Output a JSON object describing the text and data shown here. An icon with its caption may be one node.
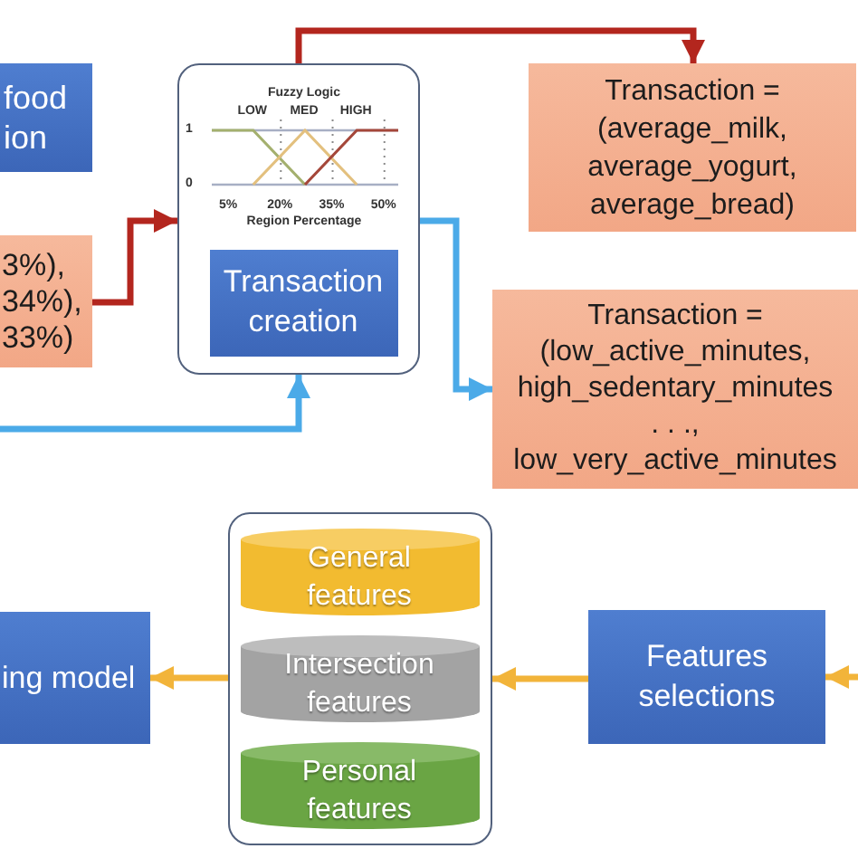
{
  "diagram": {
    "nodes": [
      {
        "text": [
          "food ion"
        ]
      },
      {
        "text": [
          "3%), 34%), 33%)"
        ]
      },
      {
        "text": [],
        "shape": "box"
      },
      {
        "text": [
          "Transaction creation"
        ],
        "in": 2
      },
      {
        "text": [
          "Transaction = (average_milk, average_yogurt, average_bread)"
        ]
      },
      {
        "text": [
          "Transaction = (low_active_minutes, high_sedentary_minutes . . ., low_very_active_minutes"
        ]
      },
      {
        "text": [
          "ing model"
        ]
      },
      {
        "text": [],
        "shape": "box"
      },
      {
        "text": [
          "General features"
        ],
        "in": 7
      },
      {
        "text": [
          "Intersection features"
        ],
        "in": 7
      },
      {
        "text": [
          "Personal features"
        ],
        "in": 7
      },
      {
        "text": [
          "Features selections"
        ]
      }
    ],
    "edges": [
      {
        "from": 1,
        "to": 2,
        "arrow": "to",
        "color": "#b3261e"
      },
      {
        "from": 2,
        "to": 4,
        "arrow": "to",
        "color": "#b3261e"
      },
      {
        "from": 2,
        "to": 5,
        "arrow": "to",
        "color": "#4baae8"
      },
      {
        "from": null,
        "to": 2,
        "arrow": "to",
        "color": "#4baae8"
      },
      {
        "from": 11,
        "to": 7,
        "arrow": "to"
      },
      {
        "from": 7,
        "to": 6,
        "arrow": "to"
      },
      {
        "from": null,
        "to": 11,
        "arrow": "to"
      }
    ],
    "chart_data": {
      "type": "line",
      "title": "Fuzzy Logic",
      "xlabel": "Region Percentage",
      "x": [
        0,
        12,
        27,
        42,
        54
      ],
      "series": [
        {
          "name": "LOW",
          "color": "#a4b06e",
          "values": [
            1,
            1,
            0,
            null,
            null
          ]
        },
        {
          "name": "MED",
          "color": "#e3c07e",
          "values": [
            null,
            0,
            1,
            0,
            null
          ]
        },
        {
          "name": "HIGH",
          "color": "#a5473a",
          "values": [
            null,
            null,
            0,
            1,
            1
          ]
        }
      ],
      "xlim": [
        0,
        54
      ],
      "ylim": [
        0,
        1
      ],
      "xticks": [
        {
          "value": 5,
          "label": "5%"
        },
        {
          "value": 20,
          "label": "20%"
        },
        {
          "value": 35,
          "label": "35%"
        },
        {
          "value": 50,
          "label": "50%"
        }
      ],
      "yticks": [
        0,
        1
      ],
      "grid": true
    }
  }
}
